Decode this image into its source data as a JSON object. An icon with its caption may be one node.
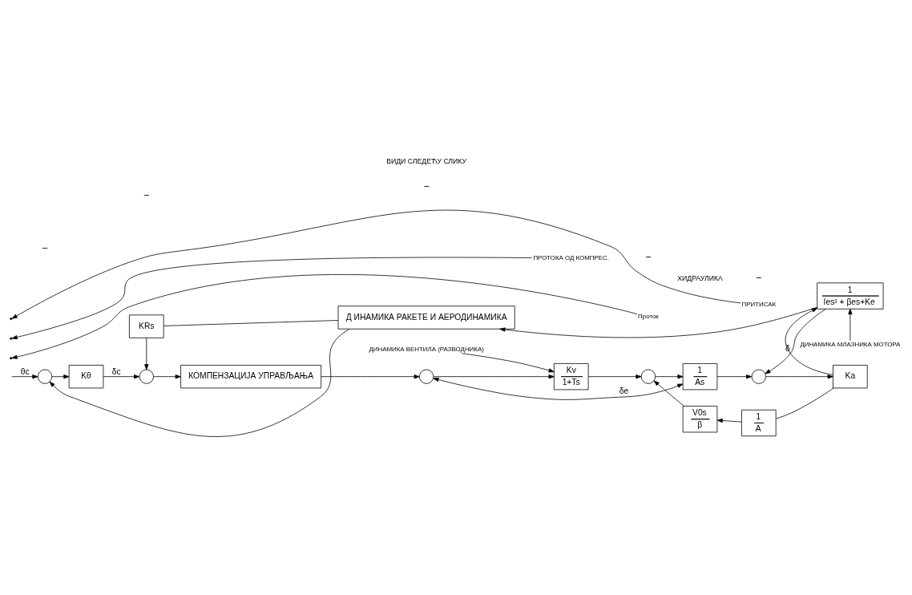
{
  "diagram": {
    "nodes": [
      {
        "text": [],
        "shape": "circle"
      },
      {
        "text": [
          "Kθ"
        ]
      },
      {
        "text": [],
        "shape": "circle"
      },
      {
        "text": [
          "КОМПЕНЗАЦИЈА УПРАВЉАЊА"
        ]
      },
      {
        "text": [],
        "shape": "circle"
      },
      {
        "text": [
          "Kv",
          "1+Ts"
        ]
      },
      {
        "text": [],
        "shape": "circle"
      },
      {
        "text": [
          "1",
          "As"
        ]
      },
      {
        "text": [],
        "shape": "circle"
      },
      {
        "text": [
          "Ka"
        ]
      },
      {
        "text": [
          "V0s",
          "β"
        ]
      },
      {
        "text": [
          "1",
          "A"
        ]
      },
      {
        "text": [
          "1",
          "Ies² + βes+Ke"
        ]
      },
      {
        "text": [
          "Д ИНАМИКА РАКЕТЕ И АЕРОДИНАМИКА"
        ]
      },
      {
        "text": [
          "KRs"
        ]
      },
      {
        "text": [
          "Проток"
        ]
      },
      {
        "text": [
          "ДИНАМИКА ВЕНТИЛА (РАЗВОДНИКА)"
        ]
      },
      {
        "text": [
          "ПРОТОКА ОД КОМПРЕС."
        ]
      },
      {
        "text": [
          "ПРИТИСАК"
        ]
      },
      {
        "text": [
          "ДИНАМИКА МЛАЗНИКА МОТОРА"
        ]
      }
    ],
    "edges": [
      {
        "from": null,
        "to": 0,
        "arrow": "to",
        "label": "θc"
      },
      {
        "from": 0,
        "to": 1,
        "arrow": "to"
      },
      {
        "from": 1,
        "to": 2,
        "arrow": "to",
        "label": "δc"
      },
      {
        "from": 2,
        "to": 3,
        "arrow": "to"
      },
      {
        "from": 3,
        "to": 4,
        "arrow": "to"
      },
      {
        "from": 4,
        "to": 5,
        "arrow": "to"
      },
      {
        "from": 5,
        "to": 6,
        "arrow": "to"
      },
      {
        "from": 6,
        "to": 7,
        "arrow": "to"
      },
      {
        "from": 7,
        "to": 8,
        "arrow": "to"
      },
      {
        "from": 8,
        "to": 9,
        "arrow": "to"
      },
      {
        "from": 7,
        "to": 4,
        "arrow": "both",
        "label": "δe"
      },
      {
        "from": 9,
        "to": 12,
        "arrow": "to"
      },
      {
        "from": 9,
        "to": 11,
        "arrow": "none"
      },
      {
        "from": 11,
        "to": 10,
        "arrow": "to"
      },
      {
        "from": 10,
        "to": 6,
        "arrow": "to"
      },
      {
        "from": 12,
        "to": 13,
        "arrow": "to"
      },
      {
        "from": 12,
        "to": 8,
        "arrow": "to",
        "label": "δ"
      },
      {
        "from": 13,
        "to": 0,
        "arrow": "to"
      },
      {
        "from": 13,
        "to": 14,
        "arrow": "none"
      },
      {
        "from": 14,
        "to": 2,
        "arrow": "to"
      },
      {
        "from": 15,
        "to": null,
        "arrow": "to"
      },
      {
        "from": 16,
        "to": 5,
        "arrow": "to"
      },
      {
        "from": 17,
        "to": null,
        "arrow": "to"
      },
      {
        "from": 18,
        "to": null,
        "arrow": "to"
      },
      {
        "from": 19,
        "to": 12,
        "arrow": "to"
      }
    ],
    "labels": [
      "−",
      "−",
      "−",
      "−",
      "−",
      "ХИДРАУЛИКА",
      "ВИДИ СЛЕДЕЋУ СЛИКУ"
    ]
  }
}
